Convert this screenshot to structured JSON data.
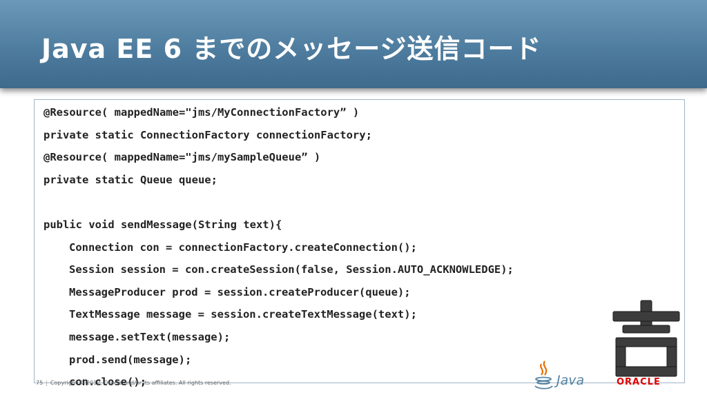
{
  "slide": {
    "title": "Java EE 6 までのメッセージ送信コード",
    "code_lines": [
      "@Resource( mappedName=\"jms/MyConnectionFactory” )",
      "private static ConnectionFactory connectionFactory;",
      "@Resource( mappedName=\"jms/mySampleQueue” )",
      "private static Queue queue;",
      "",
      "public void sendMessage(String text){",
      "Connection con = connectionFactory.createConnection();",
      "Session session = con.createSession(false, Session.AUTO_ACKNOWLEDGE);",
      "MessageProducer prod = session.createProducer(queue);",
      "TextMessage message = session.createTextMessage(text);",
      "message.setText(message);",
      "prod.send(message);",
      "con.close();"
    ]
  },
  "footer": {
    "page_number": "75",
    "copyright": "Copyright © 2012, Oracle and/or its affiliates. All rights reserved."
  },
  "logos": {
    "java_wordmark": "Java",
    "oracle_wordmark": "ORACLE"
  },
  "colors": {
    "header": "#4f7d9f",
    "oracle_red": "#e00000",
    "java_blue": "#5382a1",
    "java_orange": "#e76f00"
  }
}
